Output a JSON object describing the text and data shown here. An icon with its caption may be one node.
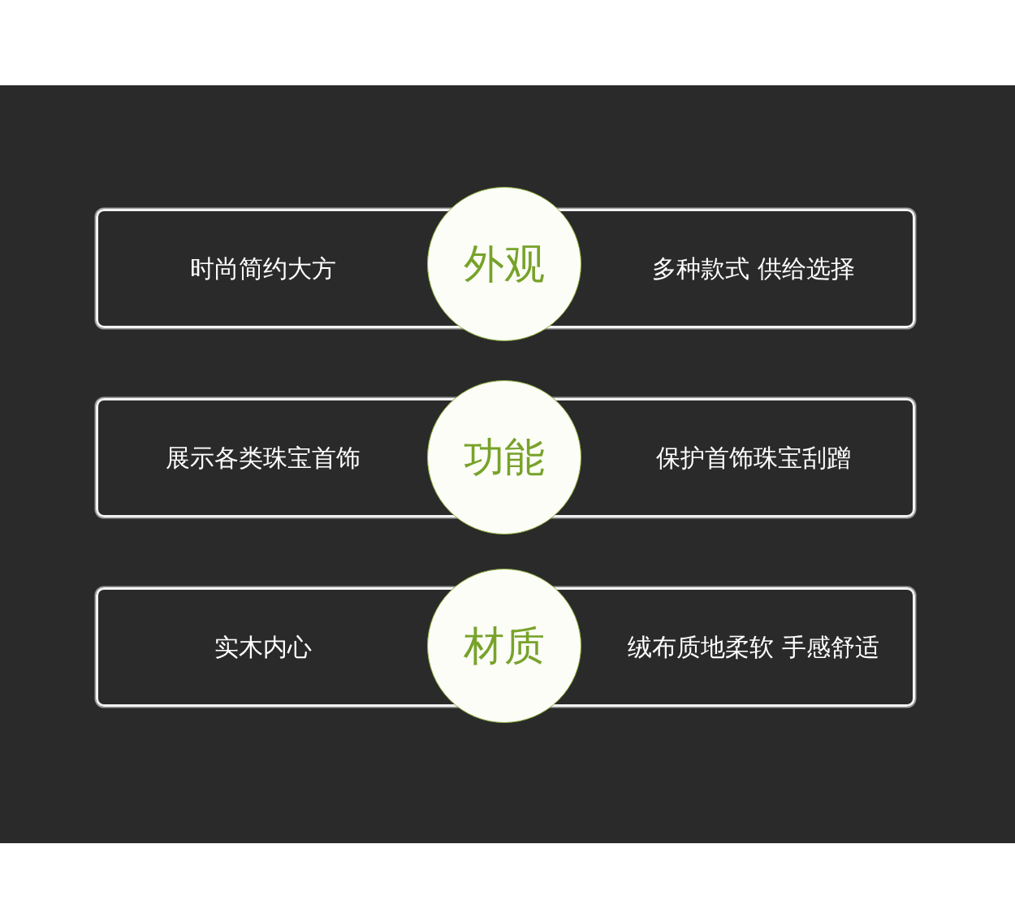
{
  "diagram": {
    "nodes": [
      {
        "text": [
          "时尚简约大方",
          "多种款式 供给选择"
        ]
      },
      {
        "text": [
          "外观"
        ]
      },
      {
        "text": [
          "展示各类珠宝首饰",
          "保护首饰珠宝刮蹭"
        ]
      },
      {
        "text": [
          "功能"
        ]
      },
      {
        "text": [
          "实木内心",
          "绒布质地柔软 手感舒适"
        ]
      },
      {
        "text": [
          "材质"
        ]
      }
    ]
  }
}
